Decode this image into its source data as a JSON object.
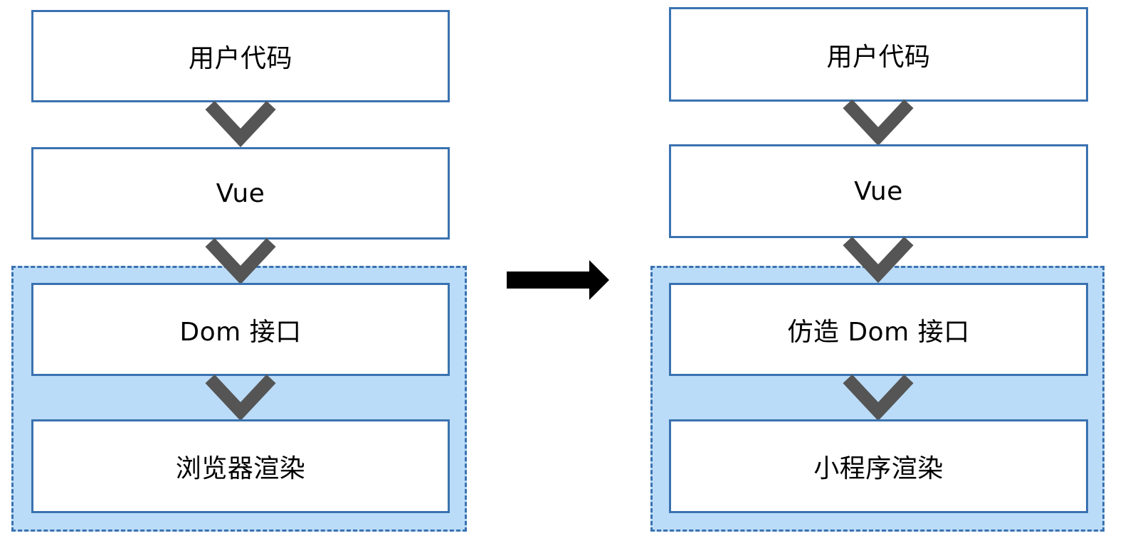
{
  "colors": {
    "box_border": "#3a72b0",
    "group_fill": "#bbdcf8",
    "chevron": "#555555",
    "arrow": "#000000"
  },
  "left": {
    "step1": "用户代码",
    "step2": "Vue",
    "step3": "Dom 接口",
    "step4": "浏览器渲染"
  },
  "right": {
    "step1": "用户代码",
    "step2": "Vue",
    "step3": "仿造 Dom 接口",
    "step4": "小程序渲染"
  },
  "icons": {
    "connector": "chevron-down-icon",
    "transition": "arrow-right-icon"
  }
}
